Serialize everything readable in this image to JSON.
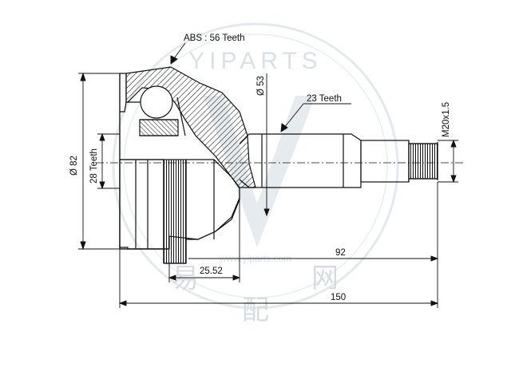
{
  "labels": {
    "abs_teeth": "ABS : 56 Teeth",
    "spline_outer_teeth": "23 Teeth",
    "spline_inner_teeth": "28 Teeth",
    "diameter_outer": "Ø 82",
    "diameter_seal": "Ø 53",
    "thread": "M20x1.5",
    "length_shaft": "92",
    "length_total": "150",
    "offset": "25.52"
  },
  "watermark": {
    "url_text": "www.yiparts.com",
    "brand_text": "YIPARTS",
    "cjk_left": "易",
    "cjk_bottom": "配",
    "cjk_right": "网"
  },
  "colors": {
    "line": "#111111",
    "watermark": "#d7dde3"
  }
}
